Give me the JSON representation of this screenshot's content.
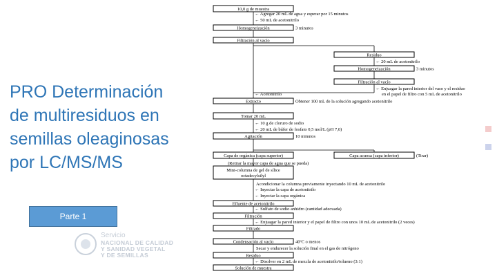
{
  "title": {
    "lines": [
      "PRO Determinación",
      "de multiresiduos en",
      "semillas oleaginosas",
      "por LC/MS/MS"
    ]
  },
  "part_button": {
    "label": "Parte 1"
  },
  "logo": {
    "line1": "Servicio",
    "line2": "NACIONAL DE CALIDAD",
    "line3": "Y SANIDAD VEGETAL",
    "line4": "Y DE SEMILLAS"
  },
  "colors": {
    "title": "#2e75b6",
    "button_fill": "#5b9bd5",
    "button_border": "#41719c",
    "square_pink": "#f4cccc",
    "square_blue": "#ccd3ec"
  },
  "flow": {
    "boxes": {
      "b1": "10,0 g de muestra",
      "b2": "Homogeneización",
      "b3": "Filtración al vacío",
      "b4": "Residuo",
      "b5": "Homogeneización",
      "b6": "Filtración al vacío",
      "b7": "Extracto",
      "b8": "Tomar 20 mL",
      "b9": "Agitación",
      "b10": "Capa de orgánica (capa superior)",
      "b11": "Capa acuosa (capa inferior)",
      "b12a": "Mini-columna de gel de sílice",
      "b12b": "octadecylsilyl",
      "b13": "Efluente de acetonitrilo",
      "b14": "Filtración",
      "b15": "Filtrado",
      "b16": "Condensación al vacío",
      "b17": "Residuo",
      "b18": "Solución de muestra"
    },
    "notes": {
      "n1": "← Agregar 20 mL de agua y esperar  por 15 minutos",
      "n2": "← 50 mL de acetonitrilo",
      "n3": "3 minutos",
      "n4": "← 20 mL de acetonitrilo",
      "n5": "3 minutos",
      "n6": "← Enjuagar la pared interior del vaso y el residuo",
      "n7": "en el papel de filtro con 5 mL de acetonitrilo",
      "n8": "← Acetonitrilo",
      "n9": "Obtener 100 mL de la solución agregando acetonitrilo",
      "n10": "← 10 g de cloruro de sodio",
      "n11": "← 20 mL de búfer de fosfato 0,5 mol/L (pH 7,0)",
      "n12": "10 minutos",
      "n13": "(Tirar)",
      "n14": "(Retirar la mayor capa de agua que se pueda)",
      "n15": "Acondicionar la columna previamente inyectando 10 mL de acetonitrilo",
      "n16": "←  Inyectar la capa de acetonitrilo",
      "n17": "←  Inyectar  la capa orgánica",
      "n18": "← Sulfato de sodio anhidro (cantidad adecuada)",
      "n19": "← Enjuagar la pared interior y el papel de filtro con unos 10 mL de acetonitrilo (2 veces)",
      "n20": "40ºC o menos",
      "n21": "Secar y endurecer la solución final en el gas de nitrógeno",
      "n22": "← Disolver en 2 mL de mezcla de acetonitrilo/tolueno (3:1)"
    }
  }
}
